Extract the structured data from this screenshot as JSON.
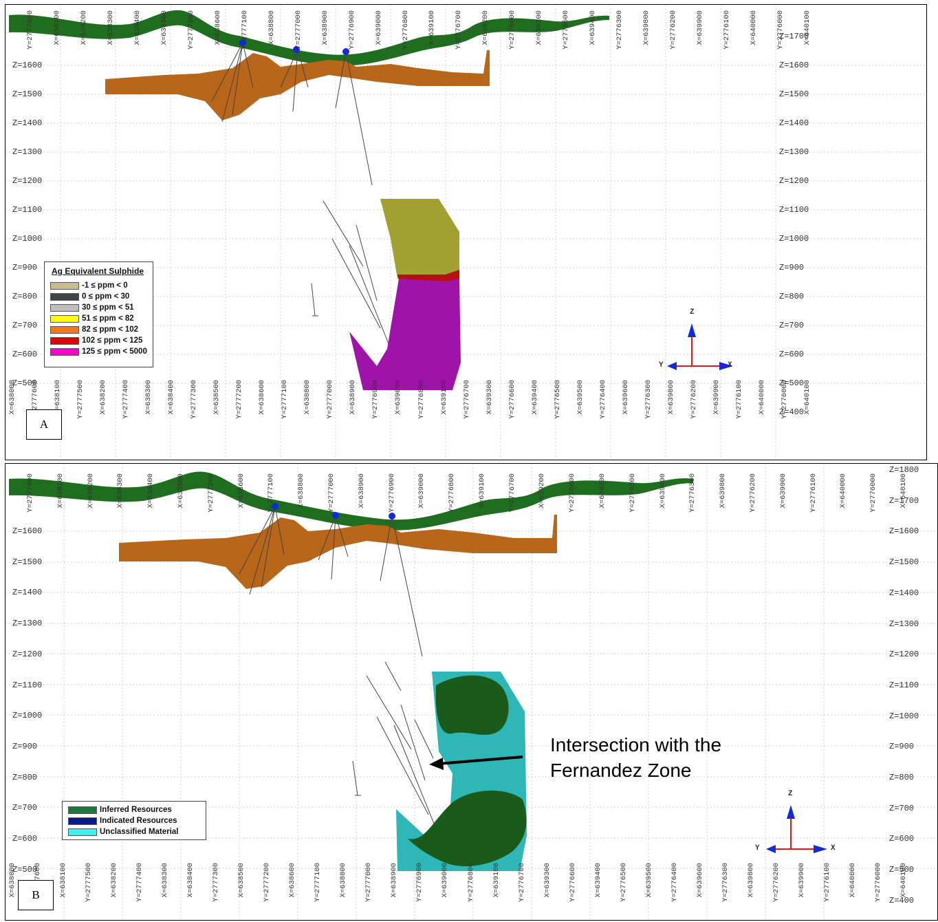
{
  "panel_a": {
    "label": "A",
    "z_left": [
      "Z=1600",
      "Z=1500",
      "Z=1400",
      "Z=1300",
      "Z=1200",
      "Z=1100",
      "Z=1000",
      "Z=900",
      "Z=800",
      "Z=700",
      "Z=600",
      "Z=500"
    ],
    "z_right": [
      "Z=1700",
      "Z=1600",
      "Z=1500",
      "Z=1400",
      "Z=1300",
      "Z=1200",
      "Z=1100",
      "Z=1000",
      "Z=900",
      "Z=800",
      "Z=700",
      "Z=600",
      "Z=500",
      "Z=400"
    ],
    "x_top": [
      "Y=2777600",
      "X=638100",
      "X=638200",
      "X=638300",
      "X=638400",
      "X=638500",
      "Y=2777200",
      "X=638600",
      "Y=2777100",
      "X=638800",
      "Y=2777000",
      "X=638900",
      "Y=2776900",
      "X=639000",
      "Y=2776800",
      "X=639100",
      "Y=2776700",
      "X=639200",
      "Y=2776600",
      "X=639300",
      "Y=2776500",
      "X=639400",
      "Y=2776300",
      "X=639800",
      "Y=2776200",
      "X=639900",
      "Y=2776100",
      "X=640000",
      "Y=2776000",
      "X=640100"
    ],
    "x_bottom": [
      "X=638000",
      "Y=2777600",
      "X=638100",
      "Y=2777500",
      "X=638200",
      "Y=2777400",
      "X=638300",
      "X=638400",
      "Y=2777300",
      "X=638500",
      "Y=2777200",
      "X=638600",
      "Y=2777100",
      "X=638800",
      "Y=2777000",
      "X=638900",
      "Y=2776900",
      "X=639000",
      "Y=2776800",
      "X=639100",
      "Y=2776700",
      "X=639300",
      "Y=2776600",
      "X=639400",
      "Y=2776500",
      "X=639500",
      "Y=2776400",
      "X=639600",
      "Y=2776300",
      "X=639800",
      "Y=2776200",
      "X=639900",
      "Y=2776100",
      "X=640000",
      "Y=2776000",
      "X=640100"
    ],
    "legend": {
      "title": "Ag Equivalent Sulphide",
      "rows": [
        {
          "label": "-1 ≤ ppm < 0",
          "color": "#c8bd8c"
        },
        {
          "label": "0 ≤ ppm < 30",
          "color": "#444444"
        },
        {
          "label": "30 ≤ ppm < 51",
          "color": "#bdbdbd"
        },
        {
          "label": "51 ≤ ppm < 82",
          "color": "#ffff00"
        },
        {
          "label": "82 ≤ ppm < 102",
          "color": "#f07820"
        },
        {
          "label": "102 ≤ ppm < 125",
          "color": "#e00000"
        },
        {
          "label": "125 ≤ ppm < 5000",
          "color": "#ff00cc"
        }
      ]
    },
    "axes": {
      "z": "Z",
      "y": "Y",
      "x": "X"
    }
  },
  "panel_b": {
    "label": "B",
    "z_left": [
      "Z=1600",
      "Z=1500",
      "Z=1400",
      "Z=1300",
      "Z=1200",
      "Z=1100",
      "Z=1000",
      "Z=900",
      "Z=800",
      "Z=700",
      "Z=600",
      "Z=500"
    ],
    "z_right": [
      "Z=1800",
      "Z=1700",
      "Z=1600",
      "Z=1500",
      "Z=1400",
      "Z=1300",
      "Z=1200",
      "Z=1100",
      "Z=1000",
      "Z=900",
      "Z=800",
      "Z=700",
      "Z=600",
      "Z=500",
      "Z=400"
    ],
    "x_top": [
      "Y=2777600",
      "X=638100",
      "X=638200",
      "X=638300",
      "X=638400",
      "X=638500",
      "Y=2777200",
      "X=638600",
      "Y=2777100",
      "X=638800",
      "Y=2777000",
      "X=638900",
      "Y=2776900",
      "X=639000",
      "Y=2776800",
      "X=639100",
      "Y=2776700",
      "X=639200",
      "Y=2776600",
      "X=639300",
      "Y=2776500",
      "X=639400",
      "Y=2776300",
      "X=639800",
      "Y=2776200",
      "X=639900",
      "Y=2776100",
      "X=640000",
      "Y=2776000",
      "X=640100"
    ],
    "x_bottom": [
      "X=638000",
      "Y=2777600",
      "X=638100",
      "Y=2777500",
      "X=638200",
      "Y=2777400",
      "X=638300",
      "X=638400",
      "Y=2777300",
      "X=638500",
      "Y=2777200",
      "X=638600",
      "Y=2777100",
      "X=638800",
      "Y=2777000",
      "X=638900",
      "Y=2776900",
      "X=639000",
      "Y=2776800",
      "X=639100",
      "Y=2776700",
      "X=639300",
      "Y=2776600",
      "X=639400",
      "Y=2776500",
      "X=639500",
      "Y=2776400",
      "X=639600",
      "Y=2776300",
      "X=639800",
      "Y=2776200",
      "X=639900",
      "Y=2776100",
      "X=640000",
      "Y=2776000",
      "X=640100"
    ],
    "legend": {
      "rows": [
        {
          "label": "Inferred Resources",
          "color": "#1e7a3c"
        },
        {
          "label": "Indicated Resources",
          "color": "#0a1a8c"
        },
        {
          "label": "Unclassified Material",
          "color": "#40f0f0"
        }
      ]
    },
    "callout": {
      "line1": "Intersection with the",
      "line2": "Fernandez  Zone"
    },
    "axes": {
      "z": "Z",
      "y": "Y",
      "x": "X"
    }
  }
}
